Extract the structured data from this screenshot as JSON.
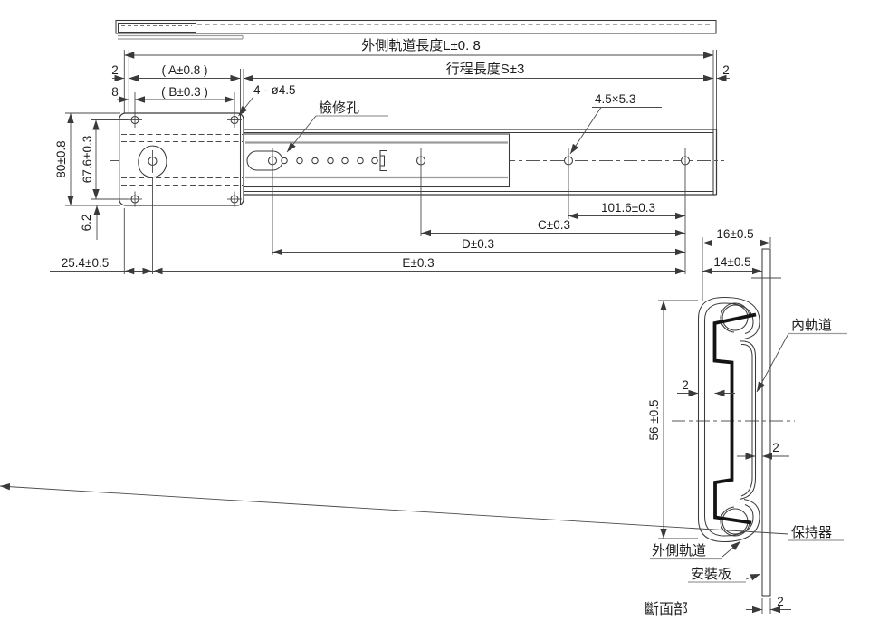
{
  "front_view": {
    "dim_L": "外側軌道長度L±0. 8",
    "dim_S": "行程長度S±3",
    "dim_A": "( A±0.8 )",
    "dim_B": "( B±0.3 )",
    "dim_2_left": "2",
    "dim_8": "8",
    "dim_2_right": "2",
    "hole_callout": "4 - ø4.5",
    "access_hole_label": "檢修孔",
    "slot_callout": "4.5×5.3",
    "dim_height": "80±0.8",
    "dim_hole_spacing": "67.6±0.3",
    "dim_6_2": "6.2",
    "dim_25_4": "25.4±0.5",
    "dim_pitch": "101.6±0.3",
    "dim_C": "C±0.3",
    "dim_D": "D±0.3",
    "dim_E": "E±0.3"
  },
  "section_view": {
    "dim_16": "16±0.5",
    "dim_14": "14±0.5",
    "dim_56": "56 ±0.5",
    "dim_2_top": "2",
    "dim_2_inner": "2",
    "dim_2_plate": "2",
    "label_inner_rail": "內軌道",
    "label_retainer": "保持器",
    "label_outer_rail": "外側軌道",
    "label_mounting_plate": "安裝板",
    "label_section": "斷面部"
  }
}
